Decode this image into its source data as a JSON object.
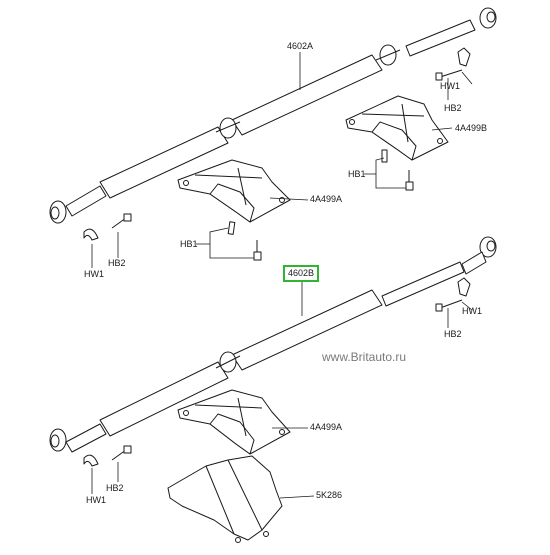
{
  "labels": {
    "shaft_upper": "4602A",
    "shaft_lower": "4602B",
    "bracket_upper_right": "4A499B",
    "bracket_upper_left": "4A499A",
    "bracket_lower": "4A499A",
    "shield": "5K286",
    "hw1_upper_right": "HW1",
    "hb2_upper_right": "HB2",
    "hb1_upper_right": "HB1",
    "hw1_upper_left": "HW1",
    "hb2_upper_left": "HB2",
    "hb1_upper_left": "HB1",
    "hw1_lower_right": "HW1",
    "hb2_lower_right": "HB2",
    "hw1_lower_left": "HW1",
    "hb2_lower_left": "HB2"
  },
  "watermark": "www.Britauto.ru",
  "colors": {
    "line": "#1a1a1a",
    "highlight": "#2fb52f",
    "watermark": "#7a7a7a"
  }
}
